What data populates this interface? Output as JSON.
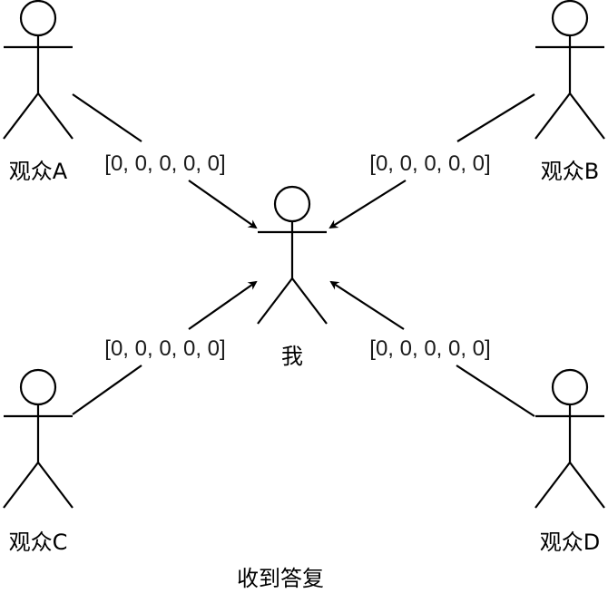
{
  "diagram": {
    "actors": [
      {
        "id": "A",
        "label": "观众A"
      },
      {
        "id": "B",
        "label": "观众B"
      },
      {
        "id": "me",
        "label": "我"
      },
      {
        "id": "C",
        "label": "观众C"
      },
      {
        "id": "D",
        "label": "观众D"
      }
    ],
    "edges": [
      {
        "from": "A",
        "to": "me",
        "label": "[0, 0, 0, 0, 0]"
      },
      {
        "from": "B",
        "to": "me",
        "label": "[0, 0, 0, 0, 0]"
      },
      {
        "from": "C",
        "to": "me",
        "label": "[0, 0, 0, 0, 0]"
      },
      {
        "from": "D",
        "to": "me",
        "label": "[0, 0, 0, 0, 0]"
      }
    ],
    "caption": "收到答复"
  }
}
